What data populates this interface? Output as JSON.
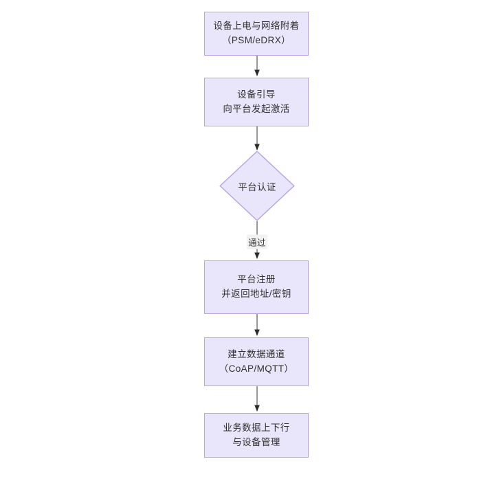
{
  "diagram": {
    "type": "flowchart",
    "orientation": "top-to-bottom",
    "background_color": "#ffffff",
    "node_fill_color": "#e9e5fa",
    "node_border_color": "#b8a4e3",
    "edge_color": "#555555",
    "text_color": "#333333",
    "nodes": [
      {
        "id": "power-on",
        "shape": "rectangle",
        "line1": "设备上电与网络附着",
        "line2": "（PSM/eDRX）"
      },
      {
        "id": "bootstrap",
        "shape": "rectangle",
        "line1": "设备引导",
        "line2": "向平台发起激活"
      },
      {
        "id": "platform-auth",
        "shape": "diamond",
        "line1": "平台认证",
        "line2": ""
      },
      {
        "id": "platform-register",
        "shape": "rectangle",
        "line1": "平台注册",
        "line2": "并返回地址/密钥"
      },
      {
        "id": "data-channel",
        "shape": "rectangle",
        "line1": "建立数据通道",
        "line2": "（CoAP/MQTT）"
      },
      {
        "id": "service-data",
        "shape": "rectangle",
        "line1": "业务数据上下行",
        "line2": "与设备管理"
      }
    ],
    "edges": [
      {
        "from": "power-on",
        "to": "bootstrap",
        "label": ""
      },
      {
        "from": "bootstrap",
        "to": "platform-auth",
        "label": ""
      },
      {
        "from": "platform-auth",
        "to": "platform-register",
        "label": "通过"
      },
      {
        "from": "platform-register",
        "to": "data-channel",
        "label": ""
      },
      {
        "from": "data-channel",
        "to": "service-data",
        "label": ""
      }
    ]
  }
}
